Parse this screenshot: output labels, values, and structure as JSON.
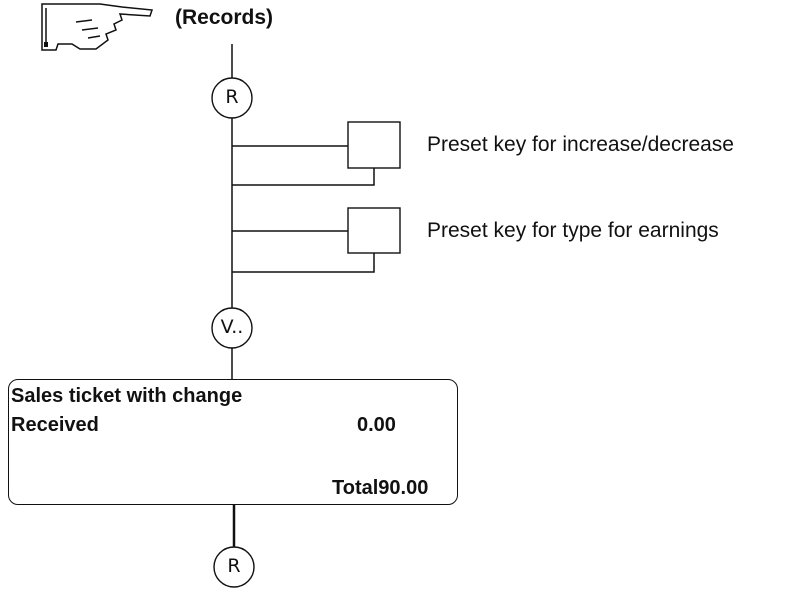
{
  "header": {
    "title": "(Records)"
  },
  "flow": {
    "node_start": "R",
    "node_middle": "V..",
    "node_end": "R"
  },
  "preset_keys": [
    {
      "label": "Preset key for increase/decrease"
    },
    {
      "label": "Preset key for type for earnings"
    }
  ],
  "display": {
    "line1": "Sales ticket with change",
    "received_label": "Received",
    "received_value": "0.00",
    "total": "Total90.00"
  },
  "icons": {
    "pointer": "pointing-hand-icon"
  }
}
